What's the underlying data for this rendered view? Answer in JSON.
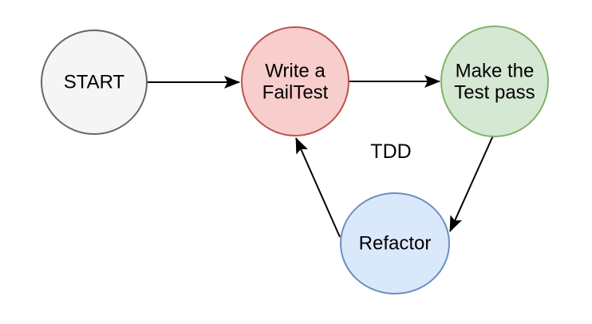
{
  "diagram": {
    "title": "TDD",
    "text_color": "#000000",
    "arrow_color": "#000000",
    "nodes": [
      {
        "id": "start",
        "lines": [
          "START"
        ],
        "fill": "#f5f5f5",
        "stroke": "#666666"
      },
      {
        "id": "write-fail-test",
        "lines": [
          "Write a",
          "FailTest"
        ],
        "fill": "#f8cecc",
        "stroke": "#b85450"
      },
      {
        "id": "make-test-pass",
        "lines": [
          "Make the",
          "Test pass"
        ],
        "fill": "#d5e8d4",
        "stroke": "#82b366"
      },
      {
        "id": "refactor",
        "lines": [
          "Refactor"
        ],
        "fill": "#dae8fc",
        "stroke": "#6c8ebf"
      }
    ],
    "edges": [
      {
        "from": "start",
        "to": "write-fail-test"
      },
      {
        "from": "write-fail-test",
        "to": "make-test-pass"
      },
      {
        "from": "make-test-pass",
        "to": "refactor"
      },
      {
        "from": "refactor",
        "to": "write-fail-test"
      }
    ]
  }
}
